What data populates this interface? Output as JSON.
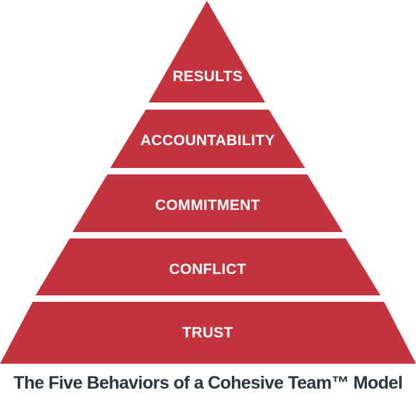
{
  "pyramid": {
    "fill_color": "#c4343f",
    "text_color": "#ffffff",
    "tiers": [
      {
        "label": "RESULTS"
      },
      {
        "label": "ACCOUNTABILITY"
      },
      {
        "label": "COMMITMENT"
      },
      {
        "label": "CONFLICT"
      },
      {
        "label": "TRUST"
      }
    ]
  },
  "caption": {
    "text": "The Five Behaviors of a Cohesive Team™ Model",
    "color": "#2d3540"
  }
}
